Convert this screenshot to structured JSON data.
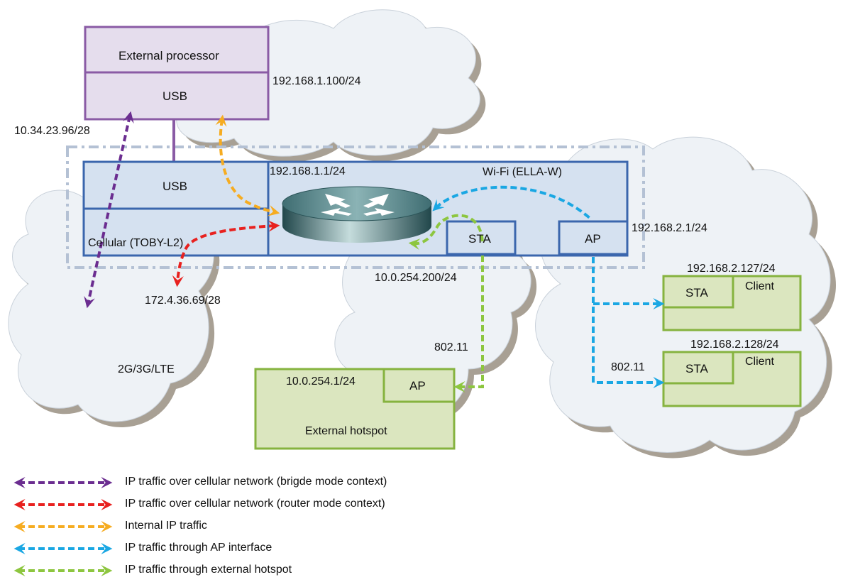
{
  "colors": {
    "purple": "#6b2d90",
    "red": "#e8211f",
    "orange": "#f6ac21",
    "blue": "#1aa7e3",
    "green": "#8dc63f",
    "box_blue_border": "#3b66ad",
    "box_blue_fill": "#d5e1f0",
    "box_purple_border": "#8a5ba5",
    "box_purple_fill": "#e5dded",
    "box_green_border": "#86b33f",
    "box_green_fill": "#dbe6bf",
    "cloud_fill": "#eef2f6",
    "cloud_shadow": "#a8a094"
  },
  "labels": {
    "external_processor": "External processor",
    "usb_top": "USB",
    "usb_module": "USB",
    "ip_ext_proc": "192.168.1.100/24",
    "ip_bridge": "10.34.23.96/28",
    "ip_router": "192.168.1.1/24",
    "wifi_module": "Wi-Fi (ELLA-W)",
    "cellular_module": "Cellular (TOBY-L2)",
    "sta_module": "STA",
    "ap_module": "AP",
    "ip_ap": "192.168.2.1/24",
    "ip_sta": "10.0.254.200/24",
    "ip_cellular": "172.4.36.69/28",
    "network_cellular": "2G/3G/LTE",
    "wifi_std_left": "802.11",
    "wifi_std_right": "802.11",
    "ip_hotspot": "10.0.254.1/24",
    "hotspot_ap": "AP",
    "external_hotspot": "External hotspot",
    "ip_client1": "192.168.2.127/24",
    "client1_sta": "STA",
    "client1": "Client",
    "ip_client2": "192.168.2.128/24",
    "client2_sta": "STA",
    "client2": "Client"
  },
  "legend": [
    {
      "color": "#6b2d90",
      "label": "IP traffic over cellular network (brigde mode context)"
    },
    {
      "color": "#e8211f",
      "label": "IP traffic over cellular network (router mode context)"
    },
    {
      "color": "#f6ac21",
      "label": "Internal IP traffic"
    },
    {
      "color": "#1aa7e3",
      "label": "IP traffic through AP interface"
    },
    {
      "color": "#8dc63f",
      "label": "IP traffic through external hotspot"
    }
  ]
}
